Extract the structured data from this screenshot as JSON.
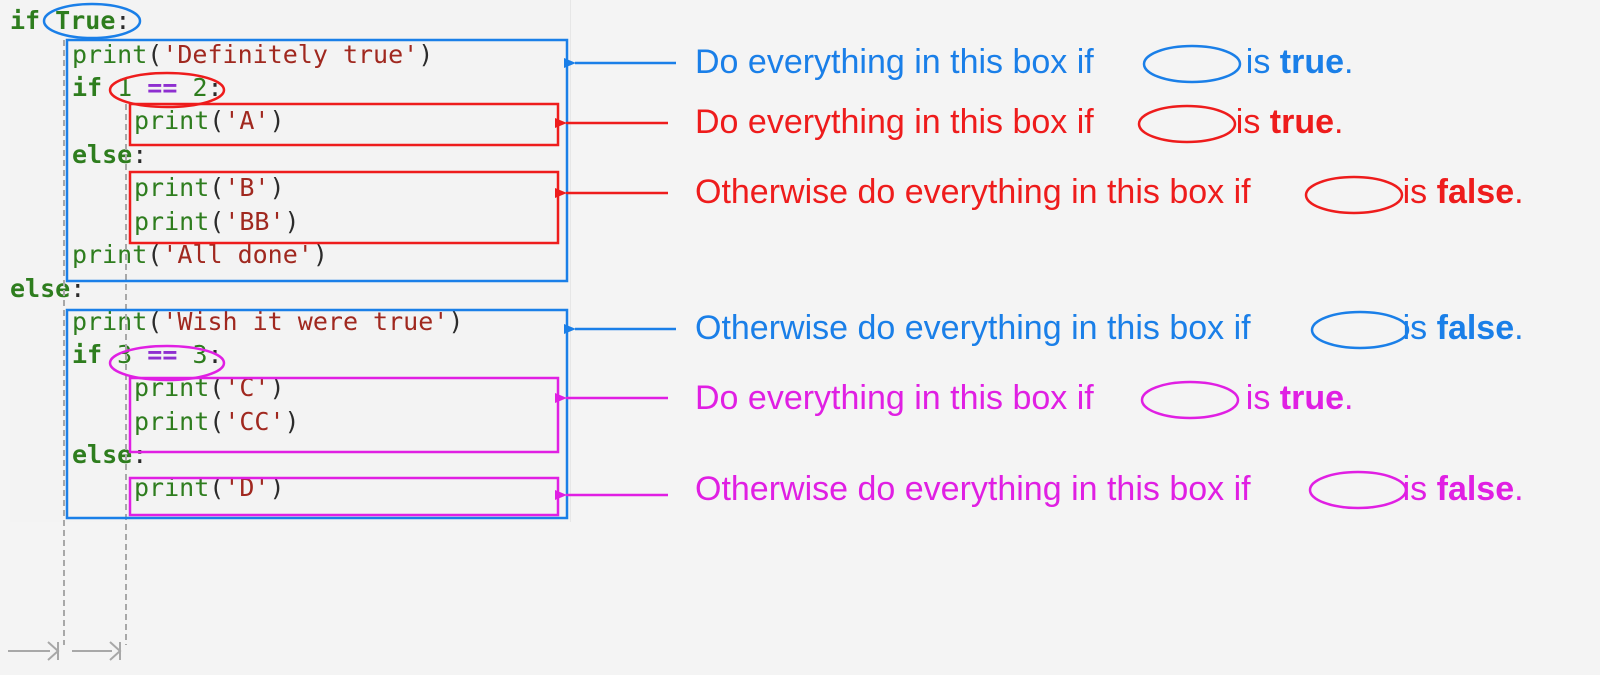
{
  "colors": {
    "blue": "#1a7fe8",
    "red": "#ee1c1c",
    "magenta": "#e01fe3",
    "keyword_green": "#2e7d1e",
    "string_red": "#a0281f",
    "operator_purple": "#8e2fd0",
    "guide_gray": "#9a9a9a"
  },
  "code": {
    "line1": {
      "kw": "if",
      "cond": "True",
      "colon": ":"
    },
    "line2": {
      "fn": "print",
      "open": "(",
      "str": "'Definitely true'",
      "close": ")"
    },
    "line3": {
      "kw": "if",
      "a": "1",
      "op": "==",
      "b": "2",
      "colon": ":"
    },
    "line4": {
      "fn": "print",
      "open": "(",
      "str": "'A'",
      "close": ")"
    },
    "line5": {
      "kw": "else",
      "colon": ":"
    },
    "line6": {
      "fn": "print",
      "open": "(",
      "str": "'B'",
      "close": ")"
    },
    "line7": {
      "fn": "print",
      "open": "(",
      "str": "'BB'",
      "close": ")"
    },
    "line8": {
      "fn": "print",
      "open": "(",
      "str": "'All done'",
      "close": ")"
    },
    "line9": {
      "kw": "else",
      "colon": ":"
    },
    "line10": {
      "fn": "print",
      "open": "(",
      "str": "'Wish it were true'",
      "close": ")"
    },
    "line11": {
      "kw": "if",
      "a": "3",
      "op": "==",
      "b": "3",
      "colon": ":"
    },
    "line12": {
      "fn": "print",
      "open": "(",
      "str": "'C'",
      "close": ")"
    },
    "line13": {
      "fn": "print",
      "open": "(",
      "str": "'CC'",
      "close": ")"
    },
    "line14": {
      "kw": "else",
      "colon": ":"
    },
    "line15": {
      "fn": "print",
      "open": "(",
      "str": "'D'",
      "close": ")"
    }
  },
  "annotations": [
    {
      "color": "blue",
      "pre": "Do everything in this box if",
      "is": "is",
      "word": "true",
      "end": "."
    },
    {
      "color": "red",
      "pre": "Do everything in this box if",
      "is": "is",
      "word": "true",
      "end": "."
    },
    {
      "color": "red",
      "pre": "Otherwise do everything in this box if",
      "is": "is",
      "word": "false",
      "end": "."
    },
    {
      "color": "blue",
      "pre": "Otherwise do everything in this box if",
      "is": "is",
      "word": "false",
      "end": "."
    },
    {
      "color": "magenta",
      "pre": "Do everything in this box if",
      "is": "is",
      "word": "true",
      "end": "."
    },
    {
      "color": "magenta",
      "pre": "Otherwise do everything in this box if",
      "is": "is",
      "word": "false",
      "end": "."
    }
  ]
}
